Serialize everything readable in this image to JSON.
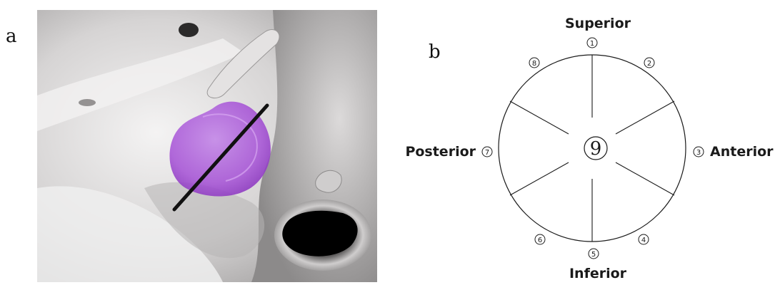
{
  "panels": {
    "a": {
      "label": "a"
    },
    "b": {
      "label": "b"
    }
  },
  "clock_diagram": {
    "directions": {
      "top": "Superior",
      "bottom": "Inferior",
      "left": "Posterior",
      "right": "Anterior"
    },
    "positions": [
      {
        "id": "1",
        "text": "1"
      },
      {
        "id": "2",
        "text": "2"
      },
      {
        "id": "3",
        "text": "3"
      },
      {
        "id": "4",
        "text": "4"
      },
      {
        "id": "5",
        "text": "5"
      },
      {
        "id": "6",
        "text": "6"
      },
      {
        "id": "7",
        "text": "7"
      },
      {
        "id": "8",
        "text": "8"
      }
    ],
    "center": "9",
    "sectors": 8
  },
  "render": {
    "subject": "3D surface rendering with highlighted region",
    "colors": {
      "bone_light": "#e9e7e7",
      "bone_shadow": "#8d8c8c",
      "highlight": "#a24fd1",
      "line": "#111111",
      "cavity": "#000000"
    }
  }
}
